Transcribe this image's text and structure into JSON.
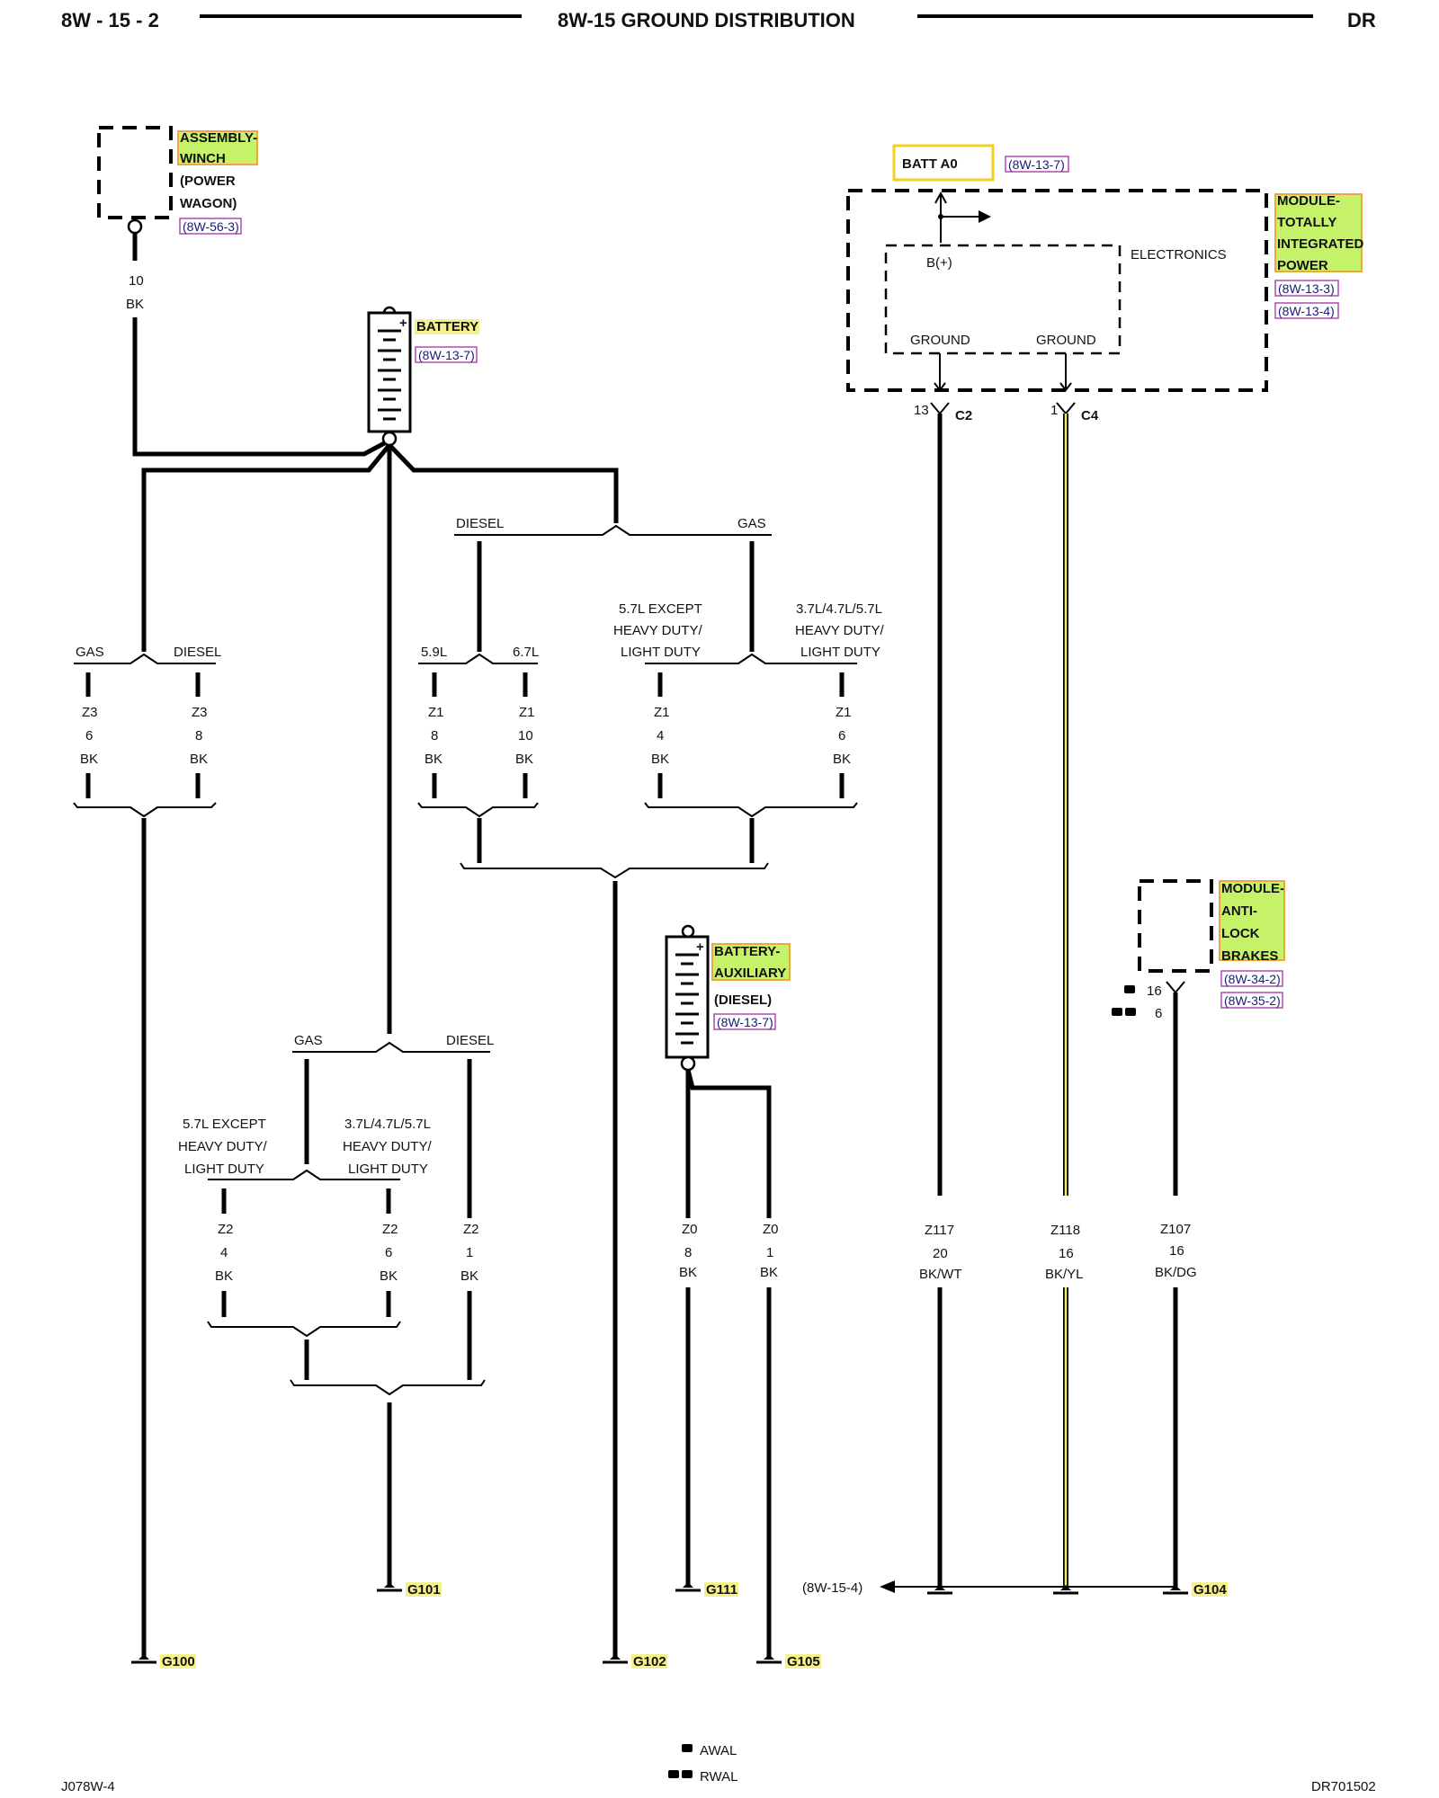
{
  "header": {
    "page_id": "8W - 15 - 2",
    "title": "8W-15 GROUND DISTRIBUTION",
    "model": "DR"
  },
  "footer": {
    "left_code": "J078W-4",
    "right_code": "DR701502",
    "legend": [
      {
        "symbol": "single-connector-icon",
        "label": "AWAL"
      },
      {
        "symbol": "double-connector-icon",
        "label": "RWAL"
      }
    ]
  },
  "components": {
    "winch": {
      "lines": [
        "ASSEMBLY-",
        "WINCH",
        "(POWER",
        "WAGON)"
      ],
      "ref": "(8W-56-3)"
    },
    "battery": {
      "label": "BATTERY",
      "ref": "(8W-13-7)"
    },
    "battery_aux": {
      "lines": [
        "BATTERY-",
        "AUXILIARY",
        "(DIESEL)"
      ],
      "ref": "(8W-13-7)"
    },
    "tipm": {
      "lines": [
        "MODULE-",
        "TOTALLY",
        "INTEGRATED",
        "POWER"
      ],
      "refs": [
        "(8W-13-3)",
        "(8W-13-4)"
      ],
      "fuse": "BATT A0",
      "fuse_ref": "(8W-13-7)",
      "electronics": "ELECTRONICS",
      "bplus": "B(+)",
      "ground_a": "GROUND",
      "ground_b": "GROUND",
      "conn_a_pin": "13",
      "conn_a": "C2",
      "conn_b_pin": "1",
      "conn_b": "C4"
    },
    "abs": {
      "lines": [
        "MODULE-",
        "ANTI-",
        "LOCK",
        "BRAKES"
      ],
      "refs": [
        "(8W-34-2)",
        "(8W-35-2)"
      ],
      "pin_awal": "16",
      "pin_rwal": "6"
    }
  },
  "winch_wire": {
    "gauge": "10",
    "color": "BK"
  },
  "branch_labels": {
    "left_gas": "GAS",
    "left_diesel": "DIESEL",
    "top_diesel": "DIESEL",
    "top_gas": "GAS",
    "l59": "5.9L",
    "l67": "6.7L",
    "r_57": [
      "5.7L EXCEPT",
      "HEAVY DUTY/",
      "LIGHT DUTY"
    ],
    "r_37": [
      "3.7L/4.7L/5.7L",
      "HEAVY DUTY/",
      "LIGHT DUTY"
    ],
    "mid_gas": "GAS",
    "mid_diesel": "DIESEL",
    "mid_57": [
      "5.7L EXCEPT",
      "HEAVY DUTY/",
      "LIGHT DUTY"
    ],
    "mid_37": [
      "3.7L/4.7L/5.7L",
      "HEAVY DUTY/",
      "LIGHT DUTY"
    ]
  },
  "wires": [
    {
      "circuit": "Z3",
      "gauge": "6",
      "color": "BK"
    },
    {
      "circuit": "Z3",
      "gauge": "8",
      "color": "BK"
    },
    {
      "circuit": "Z1",
      "gauge": "8",
      "color": "BK"
    },
    {
      "circuit": "Z1",
      "gauge": "10",
      "color": "BK"
    },
    {
      "circuit": "Z1",
      "gauge": "4",
      "color": "BK"
    },
    {
      "circuit": "Z1",
      "gauge": "6",
      "color": "BK"
    },
    {
      "circuit": "Z2",
      "gauge": "4",
      "color": "BK"
    },
    {
      "circuit": "Z2",
      "gauge": "6",
      "color": "BK"
    },
    {
      "circuit": "Z2",
      "gauge": "1",
      "color": "BK"
    },
    {
      "circuit": "Z0",
      "gauge": "8",
      "color": "BK"
    },
    {
      "circuit": "Z0",
      "gauge": "1",
      "color": "BK"
    },
    {
      "circuit": "Z117",
      "gauge": "20",
      "color": "BK/WT"
    },
    {
      "circuit": "Z118",
      "gauge": "16",
      "color": "BK/YL"
    },
    {
      "circuit": "Z107",
      "gauge": "16",
      "color": "BK/DG"
    }
  ],
  "grounds": {
    "g100": "G100",
    "g101": "G101",
    "g102": "G102",
    "g104": "G104",
    "g105": "G105",
    "g111": "G111",
    "continued_ref": "(8W-15-4)"
  },
  "colors": {
    "highlight_green": "#c6f26a",
    "highlight_border": "#f0a640",
    "yellow_wire": "#f0ec60",
    "ref_box": "#b04ab0"
  }
}
